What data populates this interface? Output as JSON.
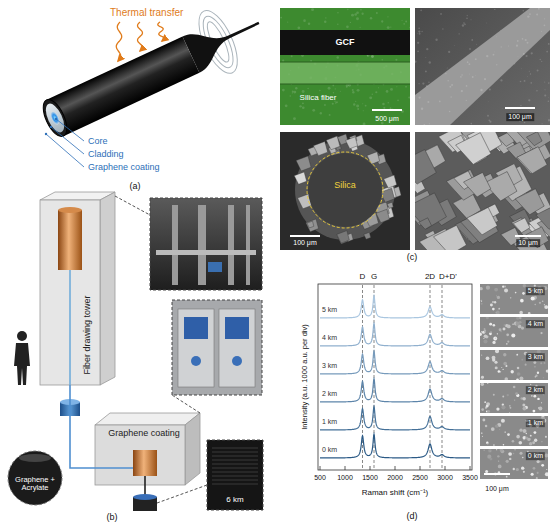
{
  "diagram": {
    "nodes": [
      {
        "text": [
          "Fiber drawing tower"
        ]
      },
      {
        "text": [
          "Graphene coating"
        ]
      }
    ],
    "edges": [
      {
        "from": 0,
        "to": 1,
        "arrow": "none"
      }
    ],
    "labels": [
      "Thermal transfer",
      "Core",
      "Cladding",
      "Graphene coating",
      "(a)",
      "Graphene + Acrylate",
      "6 km",
      "(b)",
      "GCF",
      "Silica fiber",
      "500 μm",
      "100 μm",
      "Silica",
      "100 μm",
      "10 μm",
      "(c)",
      "D",
      "G",
      "2D",
      "D+D'",
      "5 km",
      "4 km",
      "3 km",
      "2 km",
      "1 km",
      "0 km",
      "Intensity (a.u. 1000 a.u. per div)",
      "Raman shift (cm⁻¹)",
      "500",
      "1000",
      "1500",
      "2000",
      "2500",
      "3000",
      "3500",
      "5 km",
      "4 km",
      "3 km",
      "2 km",
      "1 km",
      "0 km",
      "100 μm",
      "(d)"
    ]
  }
}
